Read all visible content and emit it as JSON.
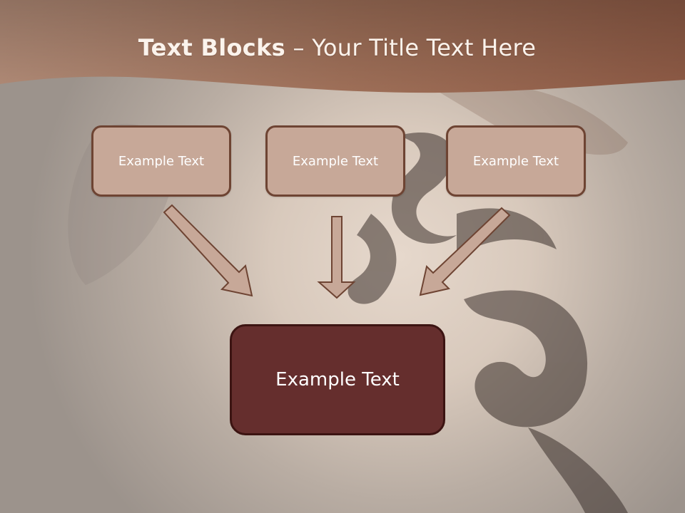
{
  "title": {
    "bold": "Text Blocks",
    "separator": " – ",
    "rest": "Your Title Text Here"
  },
  "blocks": [
    {
      "label": "Example Text"
    },
    {
      "label": "Example Text"
    },
    {
      "label": "Example Text"
    }
  ],
  "main_block": {
    "label": "Example Text"
  },
  "colors": {
    "header": "#9a6a55",
    "block_fill": "#c7a898",
    "block_border": "#6e4433",
    "main_fill": "#652e2d",
    "arrow_fill": "#c7a898"
  }
}
